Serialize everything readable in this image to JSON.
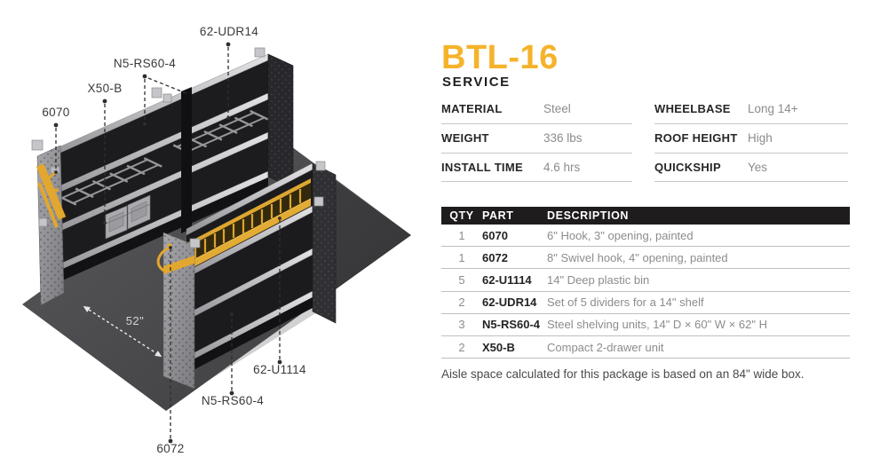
{
  "header": {
    "title": "BTL-16",
    "subtitle": "SERVICE"
  },
  "specs": {
    "left": [
      {
        "label": "MATERIAL",
        "value": "Steel"
      },
      {
        "label": "WEIGHT",
        "value": "336 lbs"
      },
      {
        "label": "INSTALL TIME",
        "value": "4.6 hrs"
      }
    ],
    "right": [
      {
        "label": "WHEELBASE",
        "value": "Long 14+"
      },
      {
        "label": "ROOF HEIGHT",
        "value": "High"
      },
      {
        "label": "QUICKSHIP",
        "value": "Yes"
      }
    ]
  },
  "parts": {
    "columns": {
      "qty": "QTY",
      "part": "PART",
      "description": "DESCRIPTION"
    },
    "rows": [
      {
        "qty": "1",
        "part": "6070",
        "description": "6\" Hook, 3\" opening, painted"
      },
      {
        "qty": "1",
        "part": "6072",
        "description": "8\" Swivel hook, 4\" opening, painted"
      },
      {
        "qty": "5",
        "part": "62-U1114",
        "description": "14\" Deep plastic bin"
      },
      {
        "qty": "2",
        "part": "62-UDR14",
        "description": "Set of 5 dividers for a 14\" shelf"
      },
      {
        "qty": "3",
        "part": "N5-RS60-4",
        "description": "Steel shelving units, 14\" D × 60\" W × 62\" H"
      },
      {
        "qty": "2",
        "part": "X50-B",
        "description": "Compact 2-drawer unit"
      }
    ]
  },
  "footnote": "Aisle space calculated for this package is based on an 84\" wide box.",
  "diagram": {
    "callouts": {
      "udr14": "62-UDR14",
      "rs60_top": "N5-RS60-4",
      "x50b": "X50-B",
      "hook_6070": "6070",
      "u1114": "62-U1114",
      "rs60_bottom": "N5-RS60-4",
      "hook_6072": "6072"
    },
    "dimension": "52\"",
    "colors": {
      "accent": "#F5B32B",
      "bin_yellow": "#DDA62F",
      "floor": "#4A4A4D"
    }
  }
}
